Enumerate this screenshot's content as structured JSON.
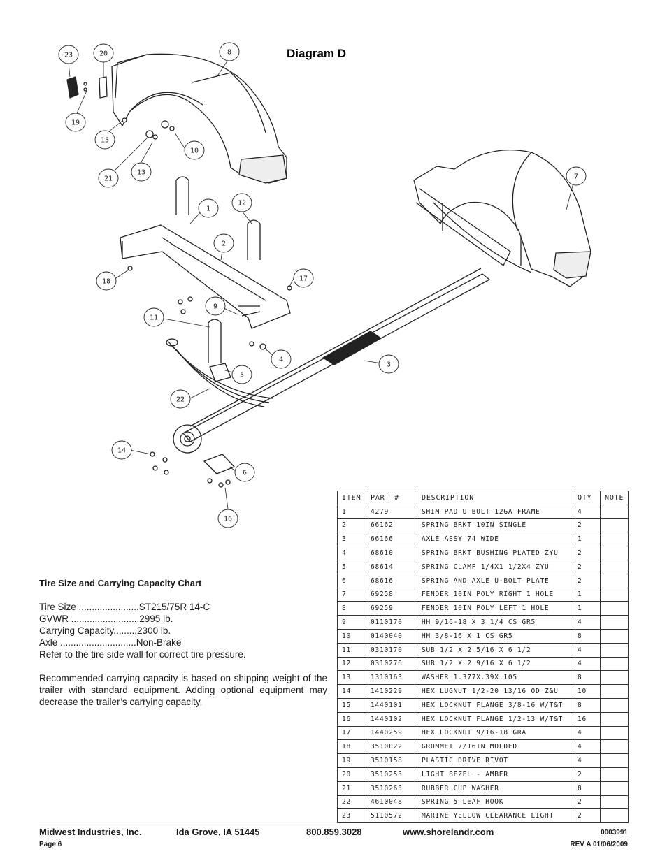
{
  "diagram": {
    "title": "Diagram D",
    "callouts": [
      "23",
      "20",
      "8",
      "19",
      "15",
      "10",
      "21",
      "13",
      "7",
      "1",
      "12",
      "2",
      "18",
      "17",
      "9",
      "11",
      "4",
      "3",
      "5",
      "22",
      "14",
      "6",
      "16"
    ]
  },
  "capacity_chart": {
    "heading": "Tire Size and Carrying Capacity Chart",
    "specs": [
      {
        "label": "Tire Size .......................",
        "value": "ST215/75R 14-C"
      },
      {
        "label": "GVWR ..........................",
        "value": "2995 lb."
      },
      {
        "label": "Carrying Capacity.........",
        "value": "2300 lb."
      },
      {
        "label": "Axle .............................",
        "value": "Non-Brake"
      }
    ],
    "tire_note": "Refer to the tire side wall for correct tire pressure.",
    "capacity_note": "Recommended carrying capacity is based on shipping weight of the trailer with standard equipment. Adding optional equipment may decrease the trailer’s carrying capacity."
  },
  "parts_table": {
    "headers": [
      "ITEM",
      "PART #",
      "DESCRIPTION",
      "QTY",
      "NOTE"
    ],
    "rows": [
      [
        "1",
        "4279",
        "SHIM PAD   U BOLT 12GA FRAME",
        "4",
        ""
      ],
      [
        "2",
        "66162",
        "SPRING BRKT  10IN SINGLE",
        "2",
        ""
      ],
      [
        "3",
        "66166",
        "AXLE ASSY 74 WIDE",
        "1",
        ""
      ],
      [
        "4",
        "68610",
        "SPRING BRKT BUSHING PLATED ZYU",
        "2",
        ""
      ],
      [
        "5",
        "68614",
        "SPRING CLAMP   1/4X1 1/2X4  ZYU",
        "2",
        ""
      ],
      [
        "6",
        "68616",
        "SPRING AND AXLE U-BOLT PLATE",
        "2",
        ""
      ],
      [
        "7",
        "69258",
        "FENDER  10IN POLY RIGHT 1 HOLE",
        "1",
        ""
      ],
      [
        "8",
        "69259",
        "FENDER  10IN POLY LEFT 1 HOLE",
        "1",
        ""
      ],
      [
        "9",
        "0110170",
        "HH 9/16-18 X 3 1/4 CS GR5",
        "4",
        ""
      ],
      [
        "10",
        "0140040",
        "HH 3/8-16 X 1 CS GR5",
        "8",
        ""
      ],
      [
        "11",
        "0310170",
        "SUB 1/2 X 2 5/16 X 6 1/2",
        "4",
        ""
      ],
      [
        "12",
        "0310276",
        "SUB 1/2 X 2 9/16 X 6 1/2",
        "4",
        ""
      ],
      [
        "13",
        "1310163",
        "WASHER 1.377X.39X.105",
        "8",
        ""
      ],
      [
        "14",
        "1410229",
        "HEX LUGNUT 1/2-20 13/16 OD Z&U",
        "10",
        ""
      ],
      [
        "15",
        "1440101",
        "HEX LOCKNUT FLANGE 3/8-16 W/T&T",
        "8",
        ""
      ],
      [
        "16",
        "1440102",
        "HEX LOCKNUT FLANGE 1/2-13 W/T&T",
        "16",
        ""
      ],
      [
        "17",
        "1440259",
        "HEX LOCKNUT 9/16-18 GRA",
        "4",
        ""
      ],
      [
        "18",
        "3510022",
        "GROMMET  7/16IN MOLDED",
        "4",
        ""
      ],
      [
        "19",
        "3510158",
        "PLASTIC DRIVE RIVOT",
        "4",
        ""
      ],
      [
        "20",
        "3510253",
        "LIGHT BEZEL - AMBER",
        "2",
        ""
      ],
      [
        "21",
        "3510263",
        "RUBBER CUP WASHER",
        "8",
        ""
      ],
      [
        "22",
        "4610048",
        "SPRING  5 LEAF HOOK",
        "2",
        ""
      ],
      [
        "23",
        "5110572",
        "MARINE YELLOW CLEARANCE LIGHT",
        "2",
        ""
      ]
    ]
  },
  "footer": {
    "company": "Midwest Industries, Inc.",
    "city": "Ida Grove, IA  51445",
    "phone": "800.859.3028",
    "website": "www.shorelandr.com",
    "doc_number": "0003991",
    "page": "Page 6",
    "revision": "REV A  01/06/2009"
  }
}
